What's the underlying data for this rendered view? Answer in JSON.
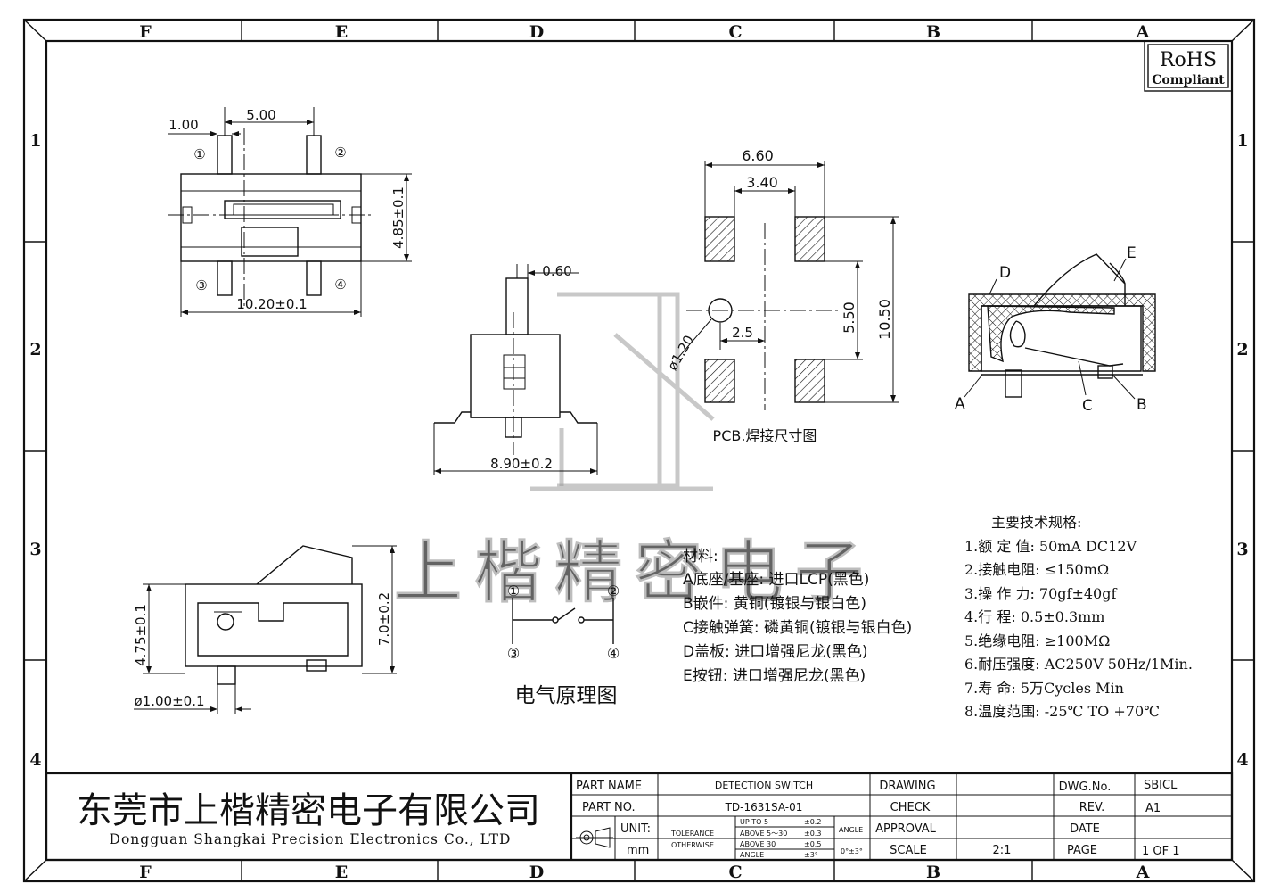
{
  "frame": {
    "columns": [
      "F",
      "E",
      "D",
      "C",
      "B",
      "A"
    ],
    "rows": [
      "1",
      "2",
      "3",
      "4"
    ]
  },
  "rohs": {
    "line1": "RoHS",
    "line2": "Compliant"
  },
  "top_view": {
    "dim_pin_width": "1.00",
    "dim_pitch": "5.00",
    "dim_height": "4.85±0.1",
    "dim_length": "10.20±0.1",
    "pin_labels": [
      "①",
      "②",
      "③",
      "④"
    ]
  },
  "side_view": {
    "dim_pin": "0.60",
    "dim_length": "8.90±0.2"
  },
  "pcb_view": {
    "dim_outer": "6.60",
    "dim_inner": "3.40",
    "dim_hole": "ø1.20",
    "dim_offset": "2.5",
    "dim_pad_span": "5.50",
    "dim_total": "10.50",
    "caption": "PCB.焊接尺寸图"
  },
  "section_view": {
    "labels": [
      "D",
      "E",
      "A",
      "C",
      "B"
    ]
  },
  "front_view": {
    "dim_body": "4.75±0.1",
    "dim_total": "7.0±0.2",
    "dim_post": "ø1.00±0.1"
  },
  "schematic": {
    "pin_labels": [
      "①",
      "②",
      "③",
      "④"
    ],
    "caption": "电气原理图"
  },
  "materials": {
    "title": "材料:",
    "items": [
      "A底座/基座: 进口LCP(黑色)",
      "B嵌件: 黄铜(镀银与银白色)",
      "C接触弹簧: 磷黄铜(镀银与银白色)",
      "D盖板: 进口增强尼龙(黑色)",
      "E按钮: 进口增强尼龙(黑色)"
    ]
  },
  "specs": {
    "title": "主要技术规格:",
    "items": [
      "1.额 定 值: 50mA DC12V",
      "2.接触电阻: ≤150mΩ",
      "3.操 作 力: 70gf±40gf",
      "4.行    程: 0.5±0.3mm",
      "5.绝缘电阻: ≥100MΩ",
      "6.耐压强度: AC250V 50Hz/1Min.",
      "7.寿    命: 5万Cycles Min",
      "8.温度范围: -25℃ TO +70℃"
    ]
  },
  "watermark": "上楷精密电子",
  "title_block": {
    "company_cn": "东莞市上楷精密电子有限公司",
    "company_en": "Dongguan Shangkai Precision Electronics Co., LTD",
    "part_name_label": "PART NAME",
    "part_name": "DETECTION SWITCH",
    "part_no_label": "PART NO.",
    "part_no": "TD-1631SA-01",
    "unit_label": "UNIT:",
    "unit": "mm",
    "tolerance_label": "TOLERANCE",
    "otherwise_label": "OTHERWISE",
    "tol_rows": [
      [
        "UP TO 5",
        "±0.2"
      ],
      [
        "ABOVE 5～30",
        "±0.3"
      ],
      [
        "ABOVE 30",
        "±0.5"
      ],
      [
        "ANGLE",
        "±3°"
      ]
    ],
    "angle_label": "ANGLE",
    "angle_value": "0°±3°",
    "drawing": "DRAWING",
    "check": "CHECK",
    "approval": "APPROVAL",
    "scale_label": "SCALE",
    "scale": "2:1",
    "dwg_no_label": "DWG.No.",
    "dwg_no": "SBICL",
    "rev_label": "REV.",
    "rev": "A1",
    "date_label": "DATE",
    "page_label": "PAGE",
    "page": "1 OF 1"
  }
}
